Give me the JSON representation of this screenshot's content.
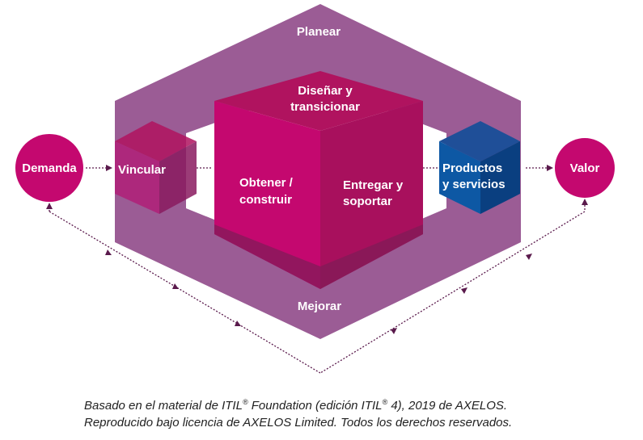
{
  "diagram": {
    "nodes": {
      "planear": "Planear",
      "mejorar": "Mejorar",
      "vincular": "Vincular",
      "disenar_line1": "Diseñar y",
      "disenar_line2": "transicionar",
      "obtener_line1": "Obtener /",
      "obtener_line2": "construir",
      "entregar_line1": "Entregar y",
      "entregar_line2": "soportar",
      "productos_line1": "Productos",
      "productos_line2": "y servicios",
      "demanda": "Demanda",
      "valor": "Valor"
    }
  },
  "caption": {
    "line1_a": "Basado en el material de ITIL",
    "reg1": "®",
    "line1_b": " Foundation (edición ITIL",
    "reg2": "®",
    "line1_c": " 4), 2019 de AXELOS.",
    "line2": "Reproducido bajo licencia de AXELOS Limited. Todos los derechos reservados."
  },
  "colors": {
    "frame": "#9b5c95",
    "cube_front": "#c4086f",
    "cube_top": "#b0135f",
    "cube_right": "#9d1058",
    "circle": "#c4086f",
    "productos": "#0d58a4",
    "arrow": "#5a1a4c"
  }
}
